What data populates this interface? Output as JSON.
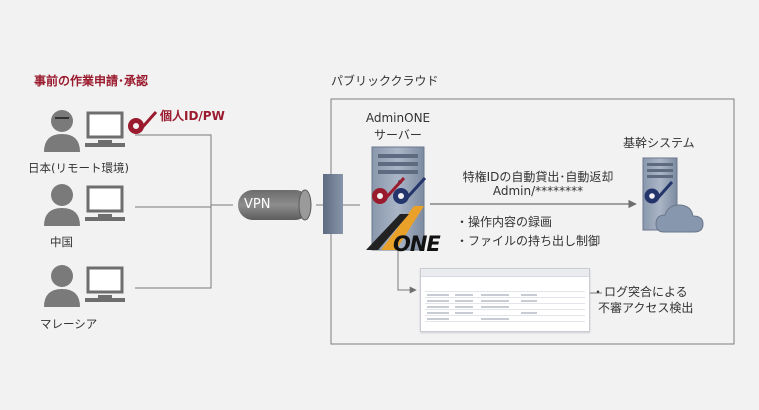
{
  "left_header": "事前の作業申請･承認",
  "id_pw_label": "個人ID/PW",
  "cloud_title": "パブリッククラウド",
  "server_title_line1": "AdminONE",
  "server_title_line2": "サーバー",
  "locations": [
    "日本(リモート環境)",
    "中国",
    "マレーシア"
  ],
  "vpn_label": "VPN",
  "core_system_label": "基幹システム",
  "privileged_id_line1": "特権IDの自動貸出･自動返却",
  "privileged_id_line2": "Admin/********",
  "features": [
    "・操作内容の録画",
    "・ファイルの持ち出し制御"
  ],
  "log_check_line1": "・ログ突合による",
  "log_check_line2": "不審アクセス検出",
  "logo_text": "ONE",
  "colors": {
    "accent_red": "#9b1b2e",
    "key_navy": "#24356b",
    "server_steel": "#6d7d95",
    "line_gray": "#7a7a7a",
    "pc_gray": "#6e6e6e",
    "logo_gold": "#e9a12a"
  }
}
